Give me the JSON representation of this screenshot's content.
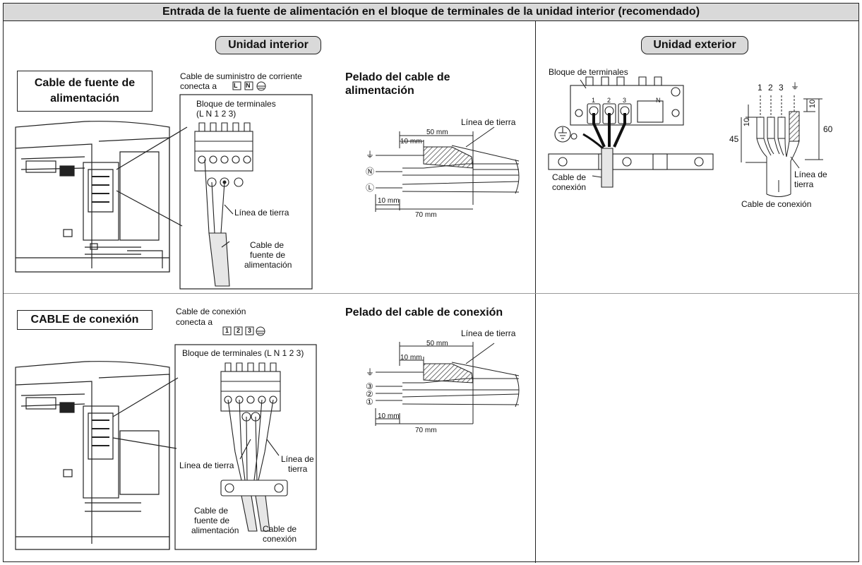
{
  "title": "Entrada de la fuente de alimentación en el bloque de terminales de la unidad interior (recomendado)",
  "indoor": {
    "header": "Unidad interior",
    "power": {
      "label": "Cable de fuente de alimentación",
      "supply_note_1": "Cable de suministro de corriente",
      "supply_note_2": "conecta a",
      "tb_label_1": "Bloque de terminales",
      "tb_label_2": "(L N 1 2 3)",
      "earth_label": "Línea de tierra",
      "cable_label_1": "Cable de",
      "cable_label_2": "fuente de",
      "cable_label_3": "alimentación",
      "strip_title_1": "Pelado del cable de",
      "strip_title_2": "alimentación",
      "strip_earth": "Línea de tierra",
      "dim_50": "50 mm",
      "dim_10a": "10 mm",
      "dim_10b": "10 mm",
      "dim_70": "70 mm",
      "wire_marks": [
        "⏚",
        "Ⓝ",
        "Ⓛ"
      ]
    },
    "connection": {
      "label": "CABLE de conexión",
      "note_1": "Cable de conexión",
      "note_2": "conecta a",
      "tb_label": "Bloque de terminales (L N 1 2 3)",
      "earth_left": "Línea de tierra",
      "earth_right_1": "Línea de",
      "earth_right_2": "tierra",
      "cable_power_1": "Cable de",
      "cable_power_2": "fuente de",
      "cable_power_3": "alimentación",
      "cable_conn_1": "Cable de",
      "cable_conn_2": "conexión",
      "strip_title": "Pelado del cable de conexión",
      "strip_earth": "Línea de tierra",
      "dim_50": "50 mm",
      "dim_10a": "10 mm",
      "dim_10b": "10 mm",
      "dim_70": "70 mm",
      "wire_marks": [
        "⏚",
        "③",
        "②",
        "①"
      ]
    },
    "terminal_letters": [
      "L",
      "N",
      "1",
      "2",
      "3"
    ],
    "tb_letters": [
      "L",
      "N"
    ],
    "tb_numbers": [
      "1",
      "2",
      "3"
    ]
  },
  "outdoor": {
    "header": "Unidad exterior",
    "tb_label": "Bloque de terminales",
    "cable_label_1": "Cable de",
    "cable_label_2": "conexión",
    "wire_numbers": [
      "1",
      "2",
      "3"
    ],
    "dim_10a": "10",
    "dim_10b": "10",
    "dim_45": "45",
    "dim_60": "60",
    "earth_label_1": "Línea de",
    "earth_label_2": "tierra",
    "cable_bottom": "Cable de conexión",
    "tb_numbers": [
      "1",
      "2",
      "3"
    ],
    "tb_n": "N"
  },
  "colors": {
    "header_fill": "#d9d9d9",
    "line": "#222222",
    "hatch": "#444444"
  }
}
